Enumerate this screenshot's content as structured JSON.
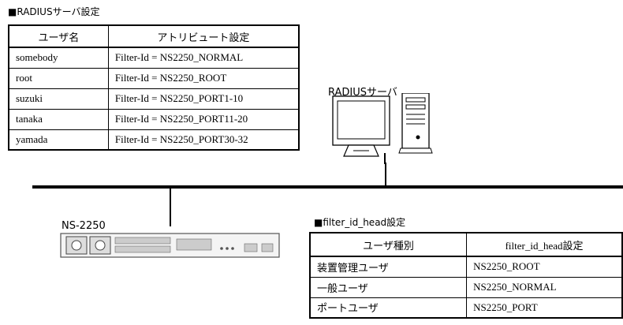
{
  "radius_section": {
    "title": "■RADIUSサーバ設定",
    "headers": [
      "ユーザ名",
      "アトリビュート設定"
    ],
    "rows": [
      [
        "somebody",
        "Filter-Id = NS2250_NORMAL"
      ],
      [
        "root",
        "Filter-Id = NS2250_ROOT"
      ],
      [
        "suzuki",
        "Filter-Id = NS2250_PORT1-10"
      ],
      [
        "tanaka",
        "Filter-Id = NS2250_PORT11-20"
      ],
      [
        "yamada",
        "Filter-Id = NS2250_PORT30-32"
      ]
    ]
  },
  "radius_server": {
    "label": "RADIUSサーバ"
  },
  "device": {
    "label": "NS-2250"
  },
  "filter_section": {
    "title": "■filter_id_head設定",
    "headers": [
      "ユーザ種別",
      "filter_id_head設定"
    ],
    "rows": [
      [
        "装置管理ユーザ",
        "NS2250_ROOT"
      ],
      [
        "一般ユーザ",
        "NS2250_NORMAL"
      ],
      [
        "ポートユーザ",
        "NS2250_PORT"
      ]
    ]
  }
}
